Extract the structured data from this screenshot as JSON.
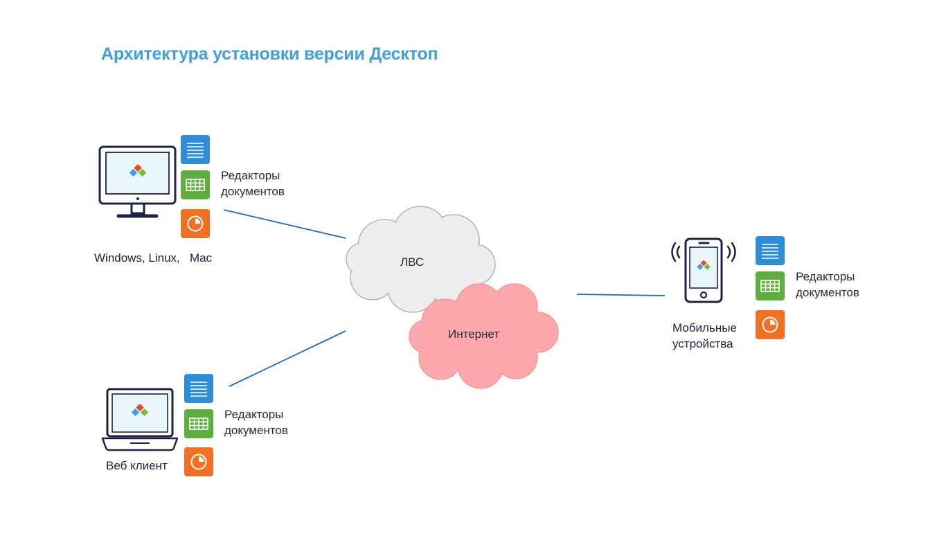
{
  "title": "Архитектура установки версии Десктоп",
  "nodes": {
    "desktop": {
      "label": "Windows, Linux,   Mac",
      "editors": [
        "Редакторы",
        "документов"
      ]
    },
    "web": {
      "label": "Веб клиент",
      "editors": [
        "Редакторы",
        "документов"
      ]
    },
    "mobile": {
      "label": [
        "Мобильные",
        "устройства"
      ],
      "editors": [
        "Редакторы",
        "документов"
      ]
    },
    "lan": {
      "label": "ЛВС"
    },
    "internet": {
      "label": "Интернет"
    }
  },
  "icons": {
    "document": "document-editor-icon",
    "spreadsheet": "spreadsheet-editor-icon",
    "presentation": "presentation-editor-icon"
  },
  "colors": {
    "title": "#41a0d9",
    "device": "#1c2244",
    "doc": "#2f8dd6",
    "sheet": "#5fae3f",
    "pres": "#f07124",
    "link": "#1a6ab5",
    "lan_cloud": "#ededed",
    "internet_cloud": "#fca8ad"
  }
}
